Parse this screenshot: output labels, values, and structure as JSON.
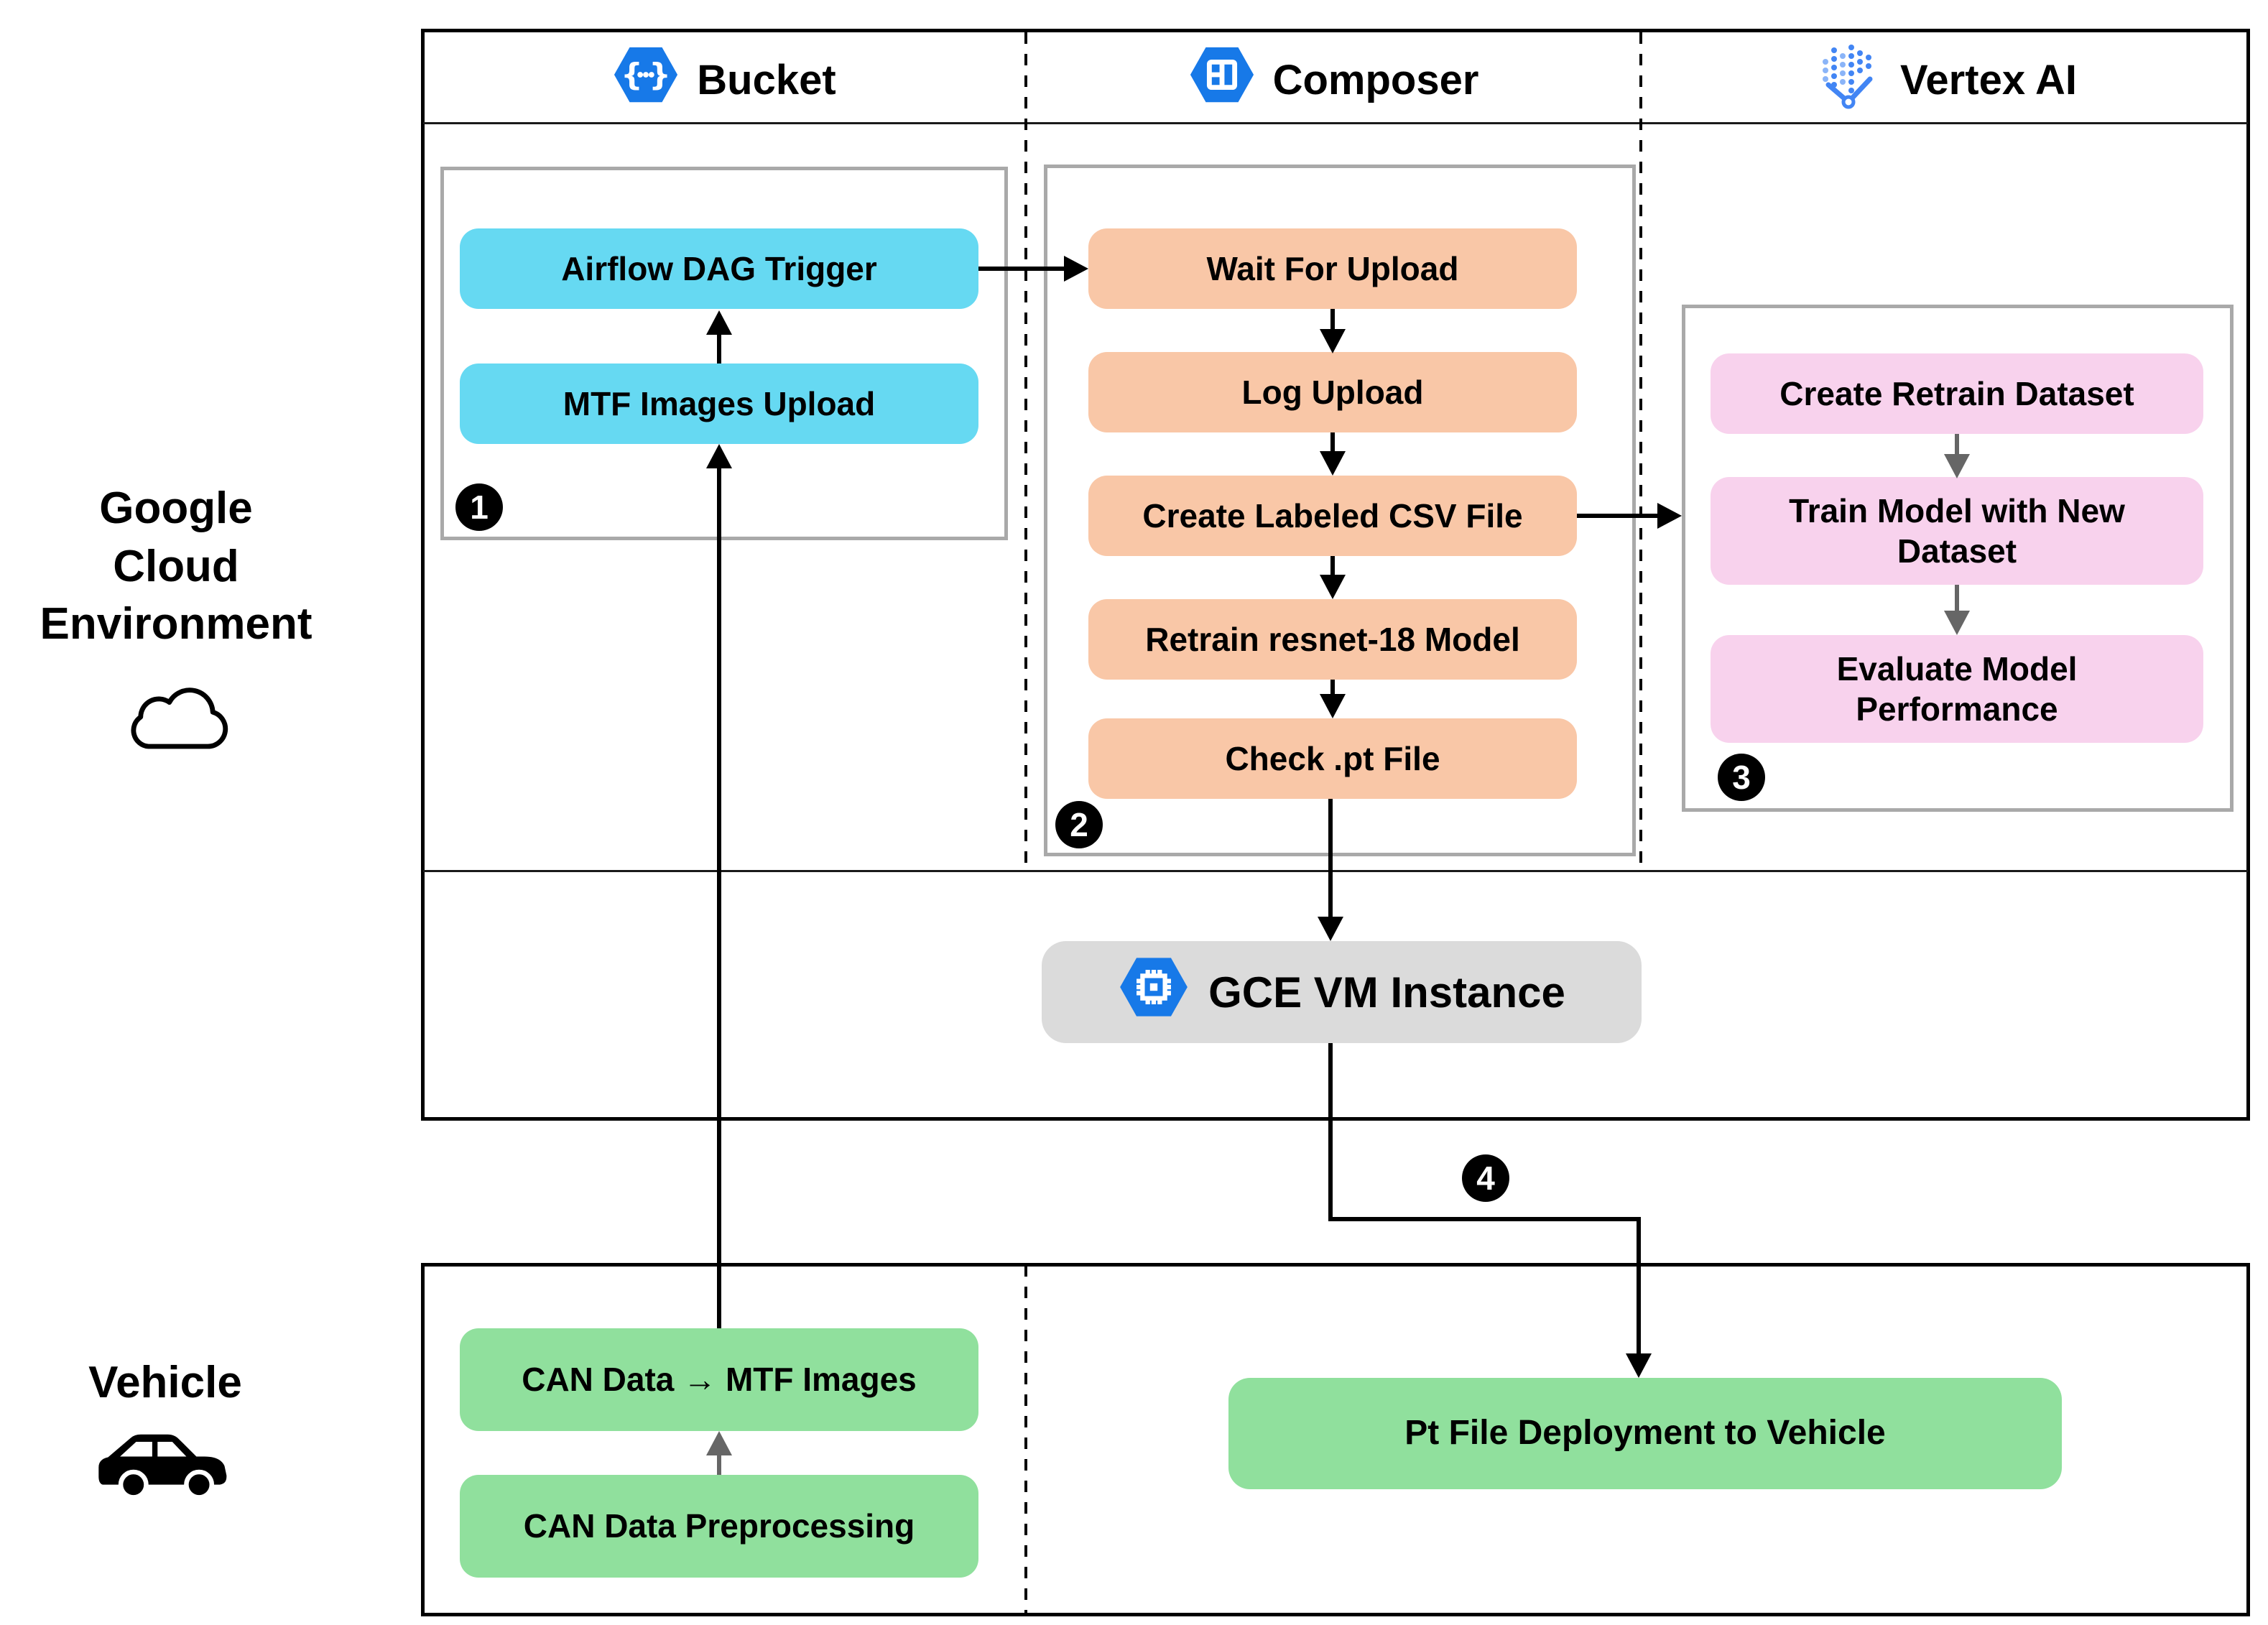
{
  "side": {
    "cloud_lines": [
      "Google",
      "Cloud",
      "Environment"
    ],
    "vehicle": "Vehicle"
  },
  "headers": [
    {
      "label": "Bucket"
    },
    {
      "label": "Composer"
    },
    {
      "label": "Vertex AI"
    }
  ],
  "bucket": {
    "badge": "1",
    "boxes": [
      "Airflow DAG Trigger",
      "MTF Images Upload"
    ]
  },
  "composer": {
    "badge": "2",
    "boxes": [
      "Wait For Upload",
      "Log Upload",
      "Create Labeled CSV File",
      "Retrain resnet-18 Model",
      "Check .pt File"
    ]
  },
  "vertex": {
    "badge": "3",
    "boxes": [
      "Create Retrain Dataset",
      "Train Model with New Dataset",
      "Evaluate Model Performance"
    ]
  },
  "gce": {
    "label": "GCE VM Instance"
  },
  "deployment": {
    "badge": "4",
    "boxes": [
      "CAN Data → MTF Images",
      "CAN Data Preprocessing",
      "Pt File Deployment to Vehicle"
    ]
  },
  "colors": {
    "cyan": "#66D9F2",
    "peach": "#F9C7A7",
    "pink": "#F8D2ED",
    "green": "#90E09D",
    "gce_gray": "#DBDBDB",
    "icon_blue": "#1779E8",
    "accent_blue": "#4285F4"
  }
}
